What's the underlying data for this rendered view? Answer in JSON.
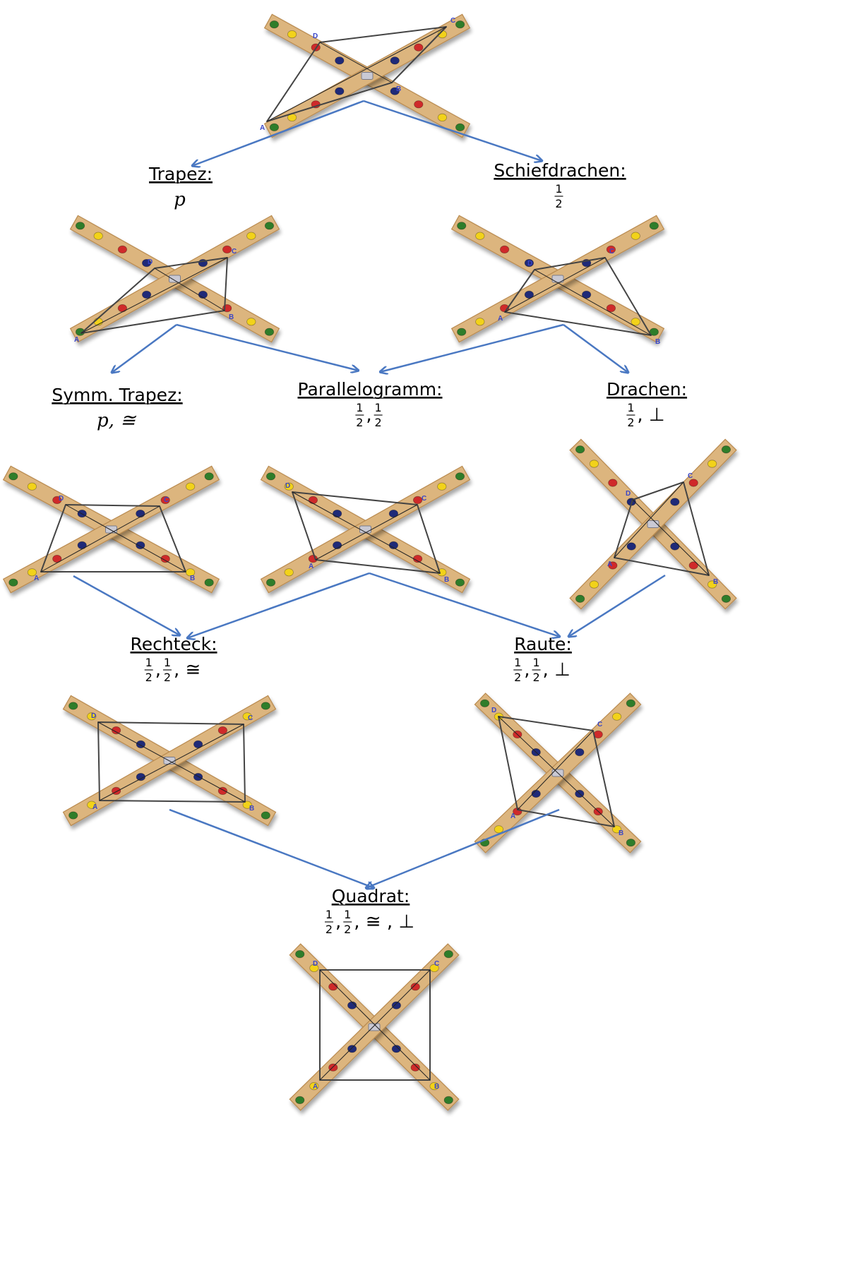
{
  "colors": {
    "wood": "#dcb57e",
    "wood_edge": "#b98a4f",
    "arrow": "#4a78c2",
    "string": "#444444",
    "peg_red": "#cf2a2a",
    "peg_blue": "#1f2a78",
    "peg_yellow": "#f2d21a",
    "peg_green": "#2f7d2a",
    "vertex_label": "#3a46c8"
  },
  "vertex_labels": [
    "A",
    "B",
    "C",
    "D"
  ],
  "boxes": [
    {
      "id": "trapez",
      "title": "Trapez:",
      "condition": [
        {
          "t": "text",
          "v": "p"
        }
      ]
    },
    {
      "id": "schiefdrachen",
      "title": "Schiefdrachen:",
      "condition": [
        {
          "t": "frac",
          "n": "1",
          "d": "2"
        }
      ]
    },
    {
      "id": "symm-trapez",
      "title": "Symm. Trapez:",
      "condition": [
        {
          "t": "text",
          "v": "p, ≅"
        }
      ]
    },
    {
      "id": "parallelogramm",
      "title": "Parallelogramm:",
      "condition": [
        {
          "t": "frac",
          "n": "1",
          "d": "2"
        },
        {
          "t": "sym",
          "v": ","
        },
        {
          "t": "frac",
          "n": "1",
          "d": "2"
        }
      ]
    },
    {
      "id": "drachen",
      "title": "Drachen:",
      "condition": [
        {
          "t": "frac",
          "n": "1",
          "d": "2"
        },
        {
          "t": "sym",
          "v": ", ⊥"
        }
      ]
    },
    {
      "id": "rechteck",
      "title": "Rechteck:",
      "condition": [
        {
          "t": "frac",
          "n": "1",
          "d": "2"
        },
        {
          "t": "sym",
          "v": ","
        },
        {
          "t": "frac",
          "n": "1",
          "d": "2"
        },
        {
          "t": "sym",
          "v": ", ≅"
        }
      ]
    },
    {
      "id": "raute",
      "title": "Raute:",
      "condition": [
        {
          "t": "frac",
          "n": "1",
          "d": "2"
        },
        {
          "t": "sym",
          "v": ","
        },
        {
          "t": "frac",
          "n": "1",
          "d": "2"
        },
        {
          "t": "sym",
          "v": ", ⊥"
        }
      ]
    },
    {
      "id": "quadrat",
      "title": "Quadrat:",
      "condition": [
        {
          "t": "frac",
          "n": "1",
          "d": "2"
        },
        {
          "t": "sym",
          "v": ","
        },
        {
          "t": "frac",
          "n": "1",
          "d": "2"
        },
        {
          "t": "sym",
          "v": ", ≅ , ⊥"
        }
      ]
    }
  ],
  "photos": [
    {
      "id": "general-quadrilateral"
    },
    {
      "id": "trapez"
    },
    {
      "id": "schiefdrachen"
    },
    {
      "id": "symm-trapez"
    },
    {
      "id": "parallelogramm"
    },
    {
      "id": "drachen"
    },
    {
      "id": "rechteck"
    },
    {
      "id": "raute"
    },
    {
      "id": "quadrat"
    }
  ]
}
